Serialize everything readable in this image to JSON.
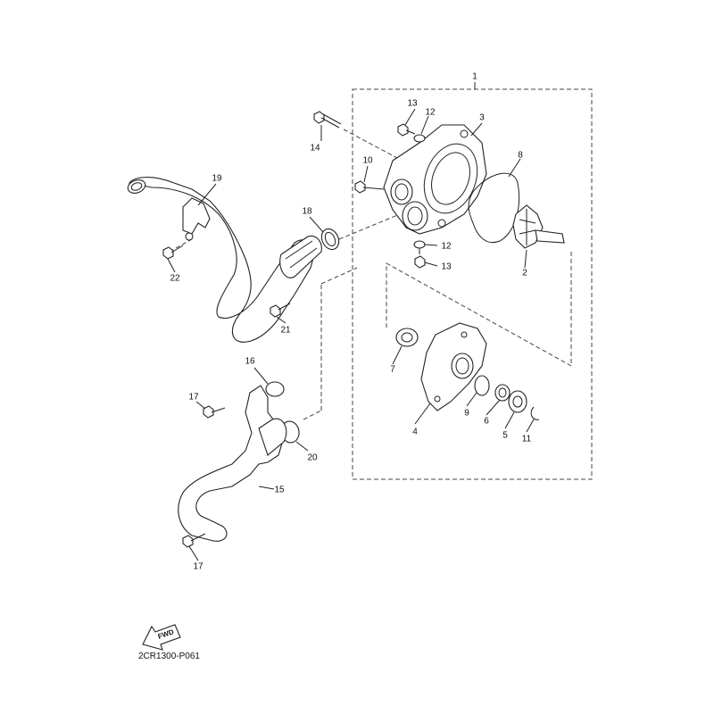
{
  "callouts": {
    "c1": "1",
    "c2": "2",
    "c3": "3",
    "c4": "4",
    "c5": "5",
    "c6": "6",
    "c7": "7",
    "c8": "8",
    "c9": "9",
    "c10": "10",
    "c11": "11",
    "c12a": "12",
    "c12b": "12",
    "c13a": "13",
    "c13b": "13",
    "c14": "14",
    "c15": "15",
    "c16": "16",
    "c17a": "17",
    "c17b": "17",
    "c18": "18",
    "c19": "19",
    "c20": "20",
    "c21": "21",
    "c22": "22"
  },
  "fwd_label": "FWD",
  "drawing_code": "2CR1300-P061"
}
